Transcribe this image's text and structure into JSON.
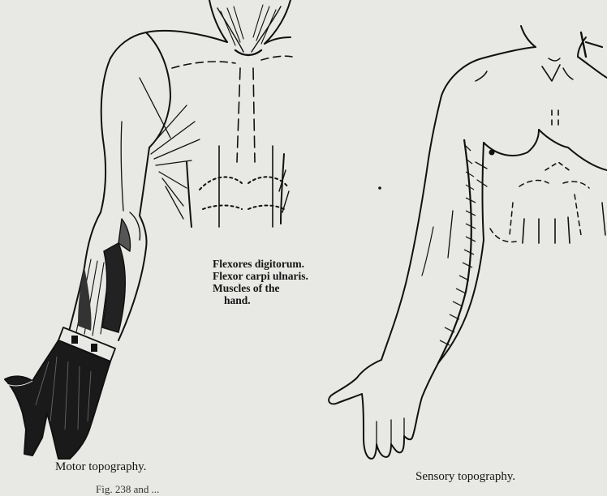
{
  "muscle_labels": [
    "Flexores digitorum.",
    "Flexor carpi ulnaris.",
    "Muscles of the",
    "hand."
  ],
  "captions": {
    "motor": "Motor topography.",
    "sensory": "Sensory topography.",
    "figure_fragment": "Fig. 238 and ..."
  },
  "colors": {
    "background": "#e8e8e5",
    "ink": "#111111",
    "shading": "#222222"
  }
}
